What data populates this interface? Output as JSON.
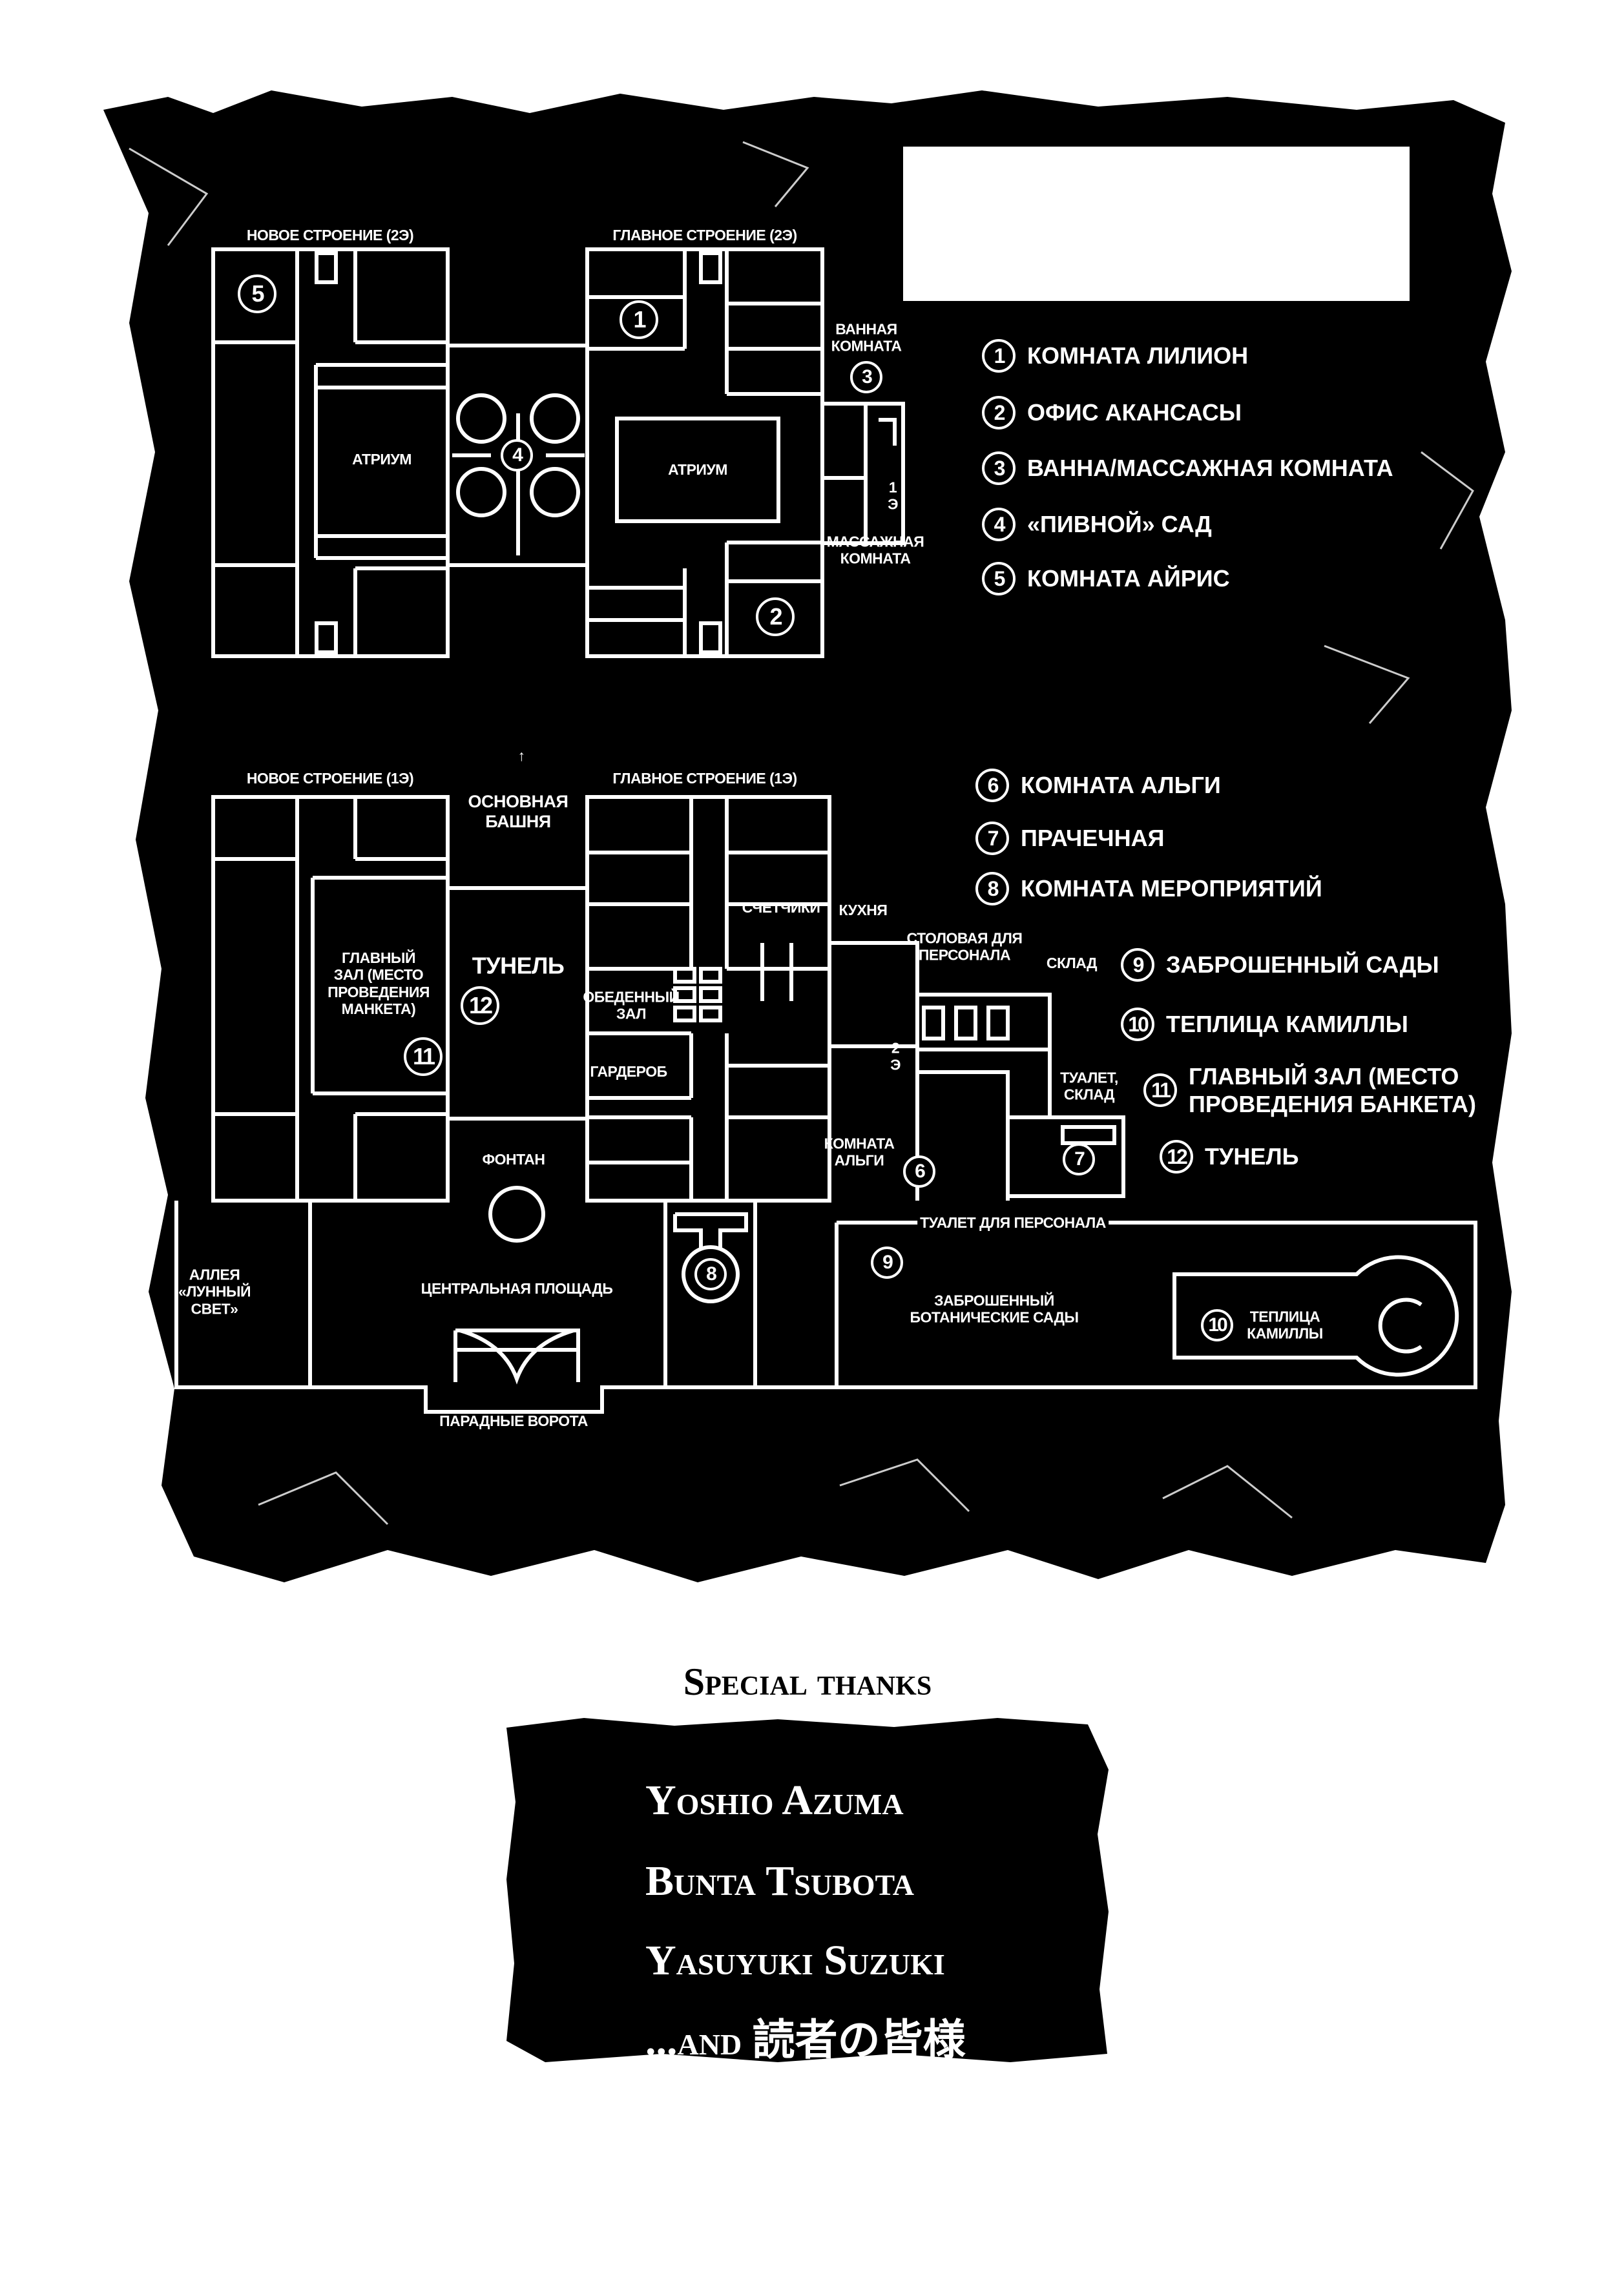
{
  "map": {
    "upper": {
      "new_building": "НОВОЕ СТРОЕНИЕ (2Э)",
      "main_building": "ГЛАВНОЕ СТРОЕНИЕ (2Э)",
      "atrium_left": "АТРИУМ",
      "atrium_right": "АТРИУМ",
      "bath_room": "ВАННАЯ\nКОМНАТА",
      "massage_room": "МАССАЖНАЯ\nКОМНАТА",
      "stairs_down": "1\nЭ"
    },
    "lower": {
      "north_arrow": "↑",
      "new_building": "НОВОЕ СТРОЕНИЕ (1Э)",
      "main_tower": "ОСНОВНАЯ\nБАШНЯ",
      "main_building": "ГЛАВНОЕ СТРОЕНИЕ (1Э)",
      "great_hall": "ГЛАВНЫЙ\nЗАЛ (МЕСТО\nПРОВЕДЕНИЯ\nМАНКЕТА)",
      "tunnel": "ТУНЕЛЬ",
      "counters": "СЧЕТЧИКИ",
      "kitchen": "КУХНЯ",
      "staff_dining": "СТОЛОВАЯ ДЛЯ\nПЕРСОНАЛА",
      "storage": "СКЛАД",
      "dining_hall": "ОБЕДЕННЫЙ\nЗАЛ",
      "cloakroom": "ГАРДЕРОБ",
      "stairs_up": "2\nЭ",
      "toilet_storage": "ТУАЛЕТ,\nСКЛАД",
      "algi_room": "КОМНАТА\nАЛЬГИ",
      "fountain": "ФОНТАН",
      "staff_toilet": "ТУАЛЕТ ДЛЯ ПЕРСОНАЛА",
      "moonlight_alley": "АЛЛЕЯ\n«ЛУННЫЙ\nСВЕТ»",
      "central_square": "ЦЕНТРАЛЬНАЯ ПЛОЩАДЬ",
      "abandoned_gardens": "ЗАБРОШЕННЫЙ\nБОТАНИЧЕСКИЕ САДЫ",
      "greenhouse": "ТЕПЛИЦА\nКАМИЛЛЫ",
      "front_gate": "ПАРАДНЫЕ ВОРОТА"
    },
    "markers": [
      "1",
      "2",
      "3",
      "4",
      "5",
      "6",
      "7",
      "8",
      "9",
      "10",
      "11",
      "12"
    ]
  },
  "legend": [
    {
      "num": "1",
      "label": "КОМНАТА ЛИЛИОН"
    },
    {
      "num": "2",
      "label": "ОФИС АКАНСАСЫ"
    },
    {
      "num": "3",
      "label": "ВАННА/МАССАЖНАЯ КОМНАТА"
    },
    {
      "num": "4",
      "label": "«ПИВНОЙ» САД"
    },
    {
      "num": "5",
      "label": "КОМНАТА АЙРИС"
    },
    {
      "num": "6",
      "label": "КОМНАТА АЛЬГИ"
    },
    {
      "num": "7",
      "label": "ПРАЧЕЧНАЯ"
    },
    {
      "num": "8",
      "label": "КОМНАТА МЕРОПРИЯТИЙ"
    },
    {
      "num": "9",
      "label": "ЗАБРОШЕННЫЙ САДЫ"
    },
    {
      "num": "10",
      "label": "ТЕПЛИЦА КАМИЛЛЫ"
    },
    {
      "num": "11",
      "label": "ГЛАВНЫЙ ЗАЛ (МЕСТО\nПРОВЕДЕНИЯ БАНКЕТА)"
    },
    {
      "num": "12",
      "label": "ТУНЕЛЬ"
    }
  ],
  "credits": {
    "title": "Special thanks",
    "names": [
      "Yoshio Azuma",
      "Bunta Tsubota",
      "Yasuyuki Suzuki",
      "...and 読者の皆様"
    ]
  }
}
